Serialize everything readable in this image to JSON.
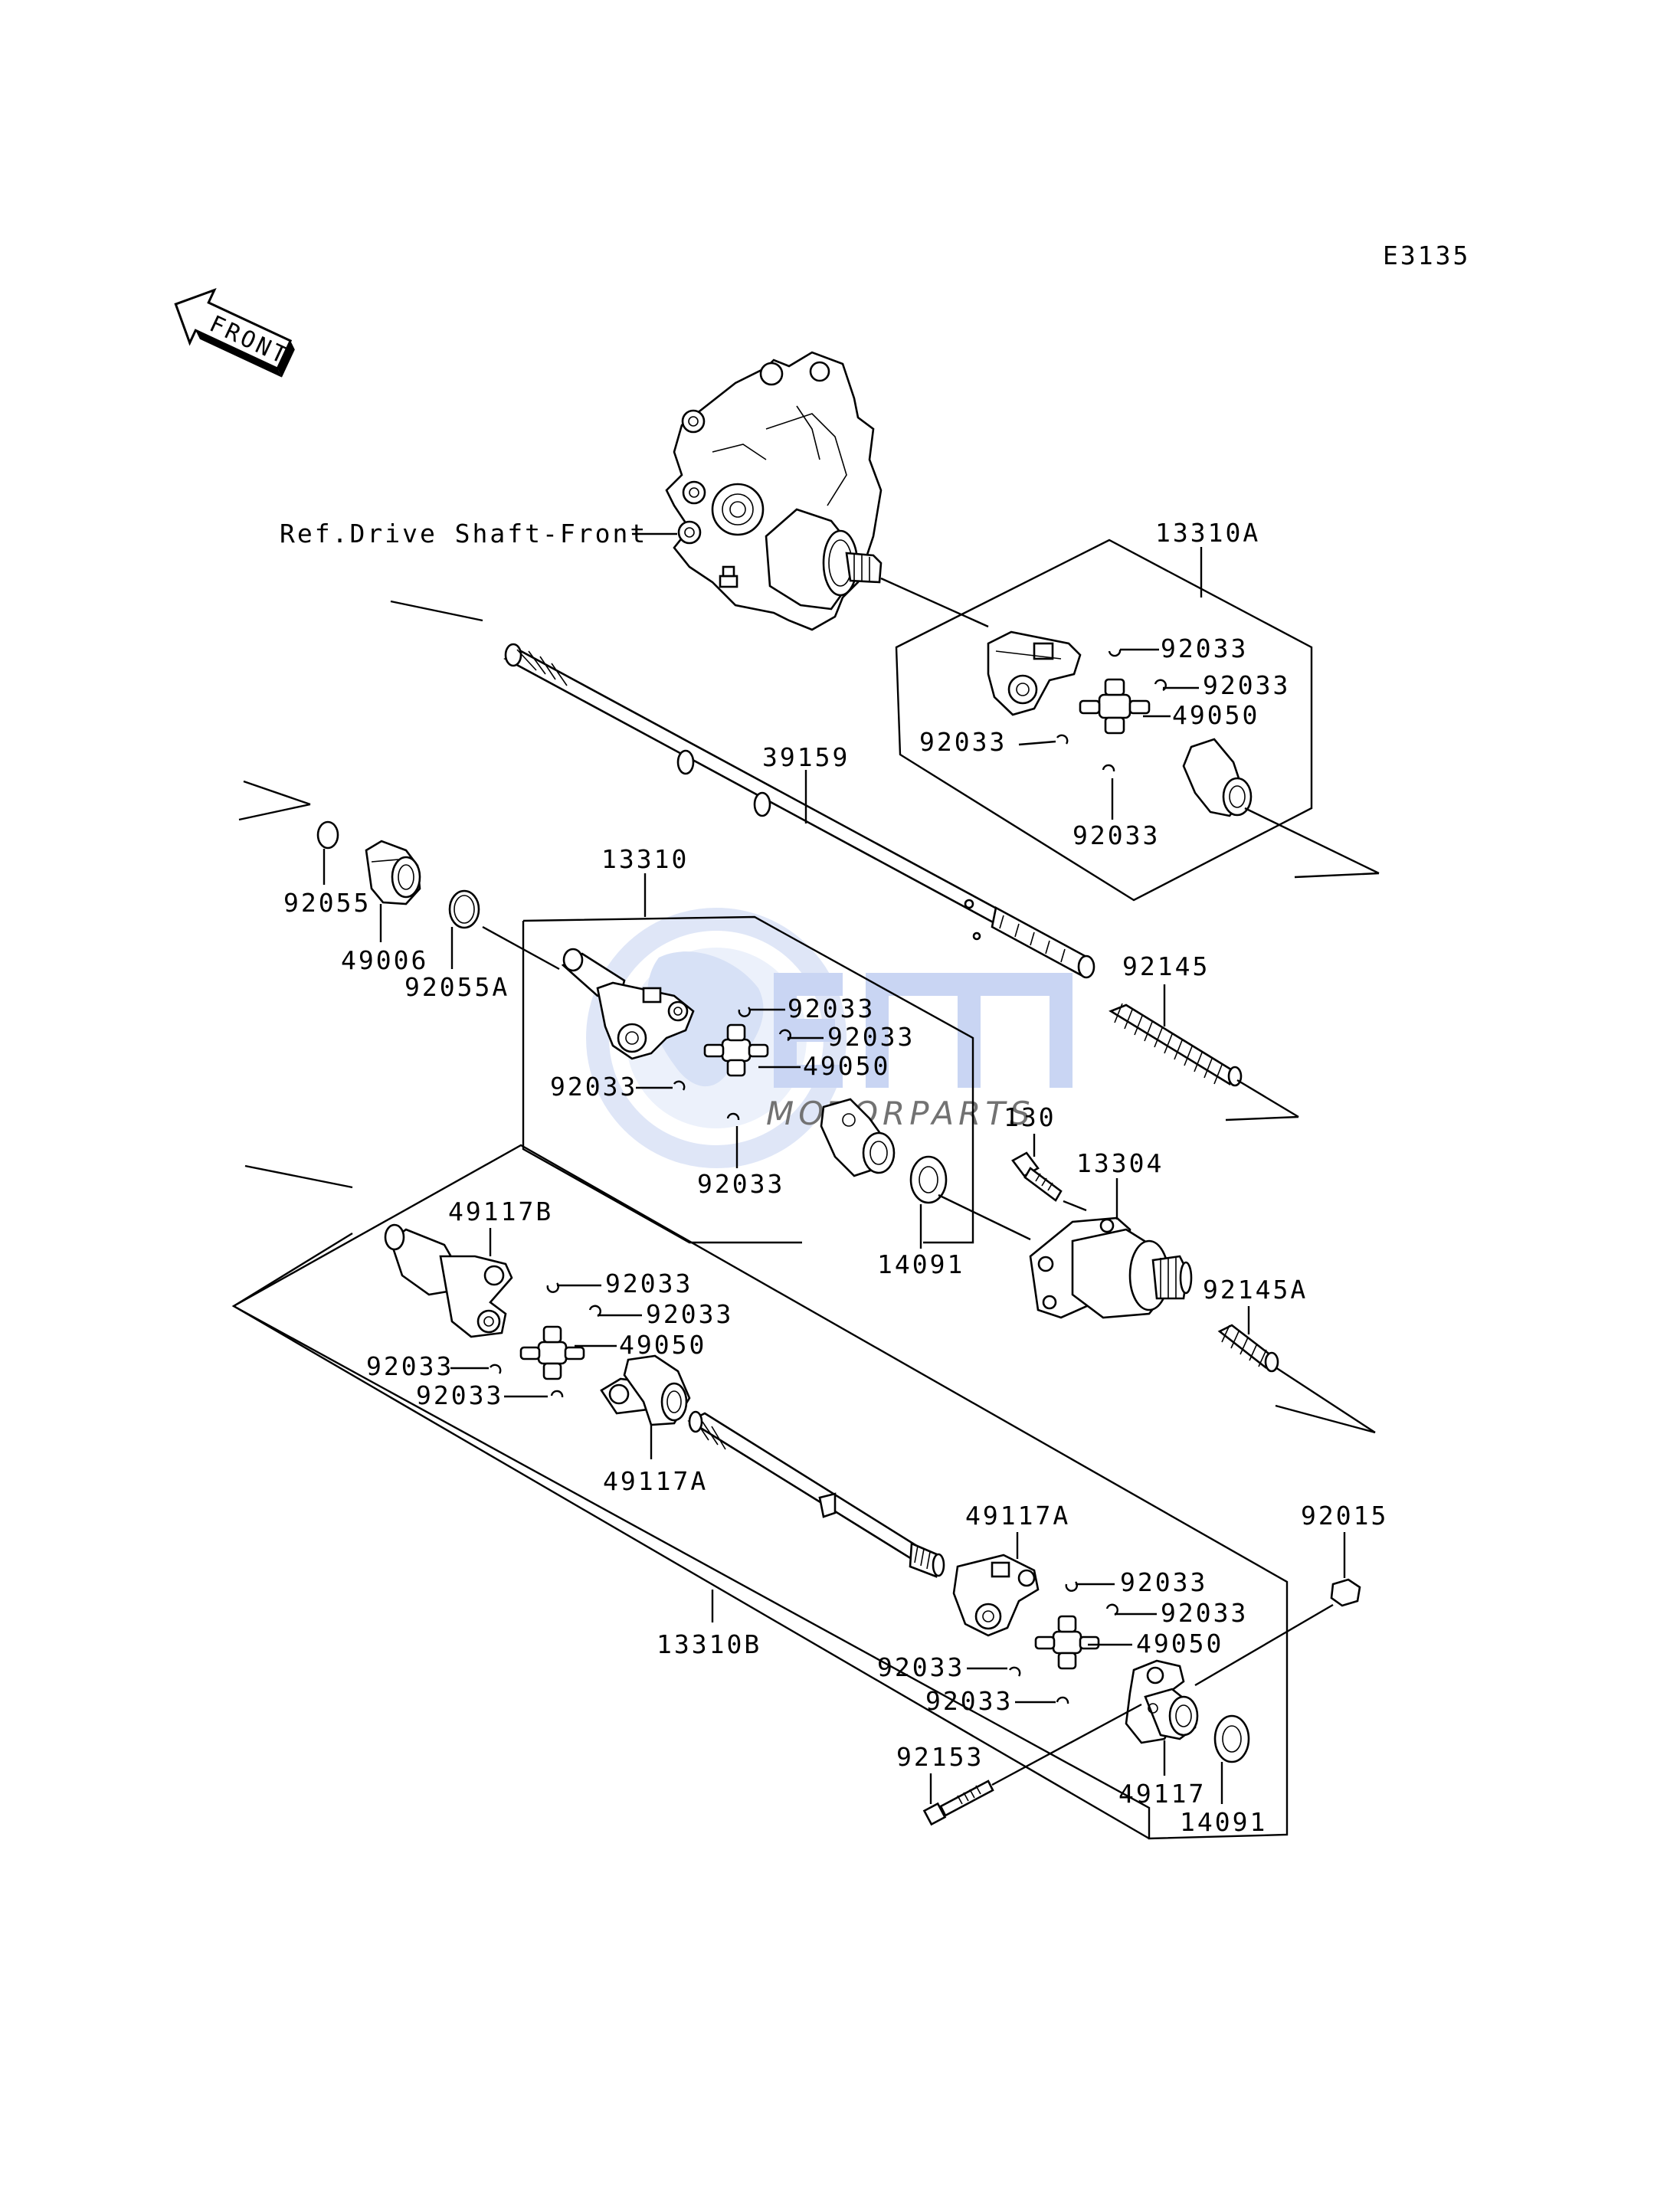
{
  "drawing_code": "E3135",
  "direction_arrow": "FRONT",
  "reference_note": "Ref.Drive Shaft-Front",
  "watermark": {
    "logo_text": "OEM",
    "sub_text": "MOTORPARTS",
    "color": "#9db4ea"
  },
  "colors": {
    "line": "#000000",
    "background": "#ffffff"
  },
  "part_numbers": {
    "ass_upper": "13310A",
    "ass_middle": "13310",
    "ass_lower": "13310B",
    "shaft": "39159",
    "snap_ring": "92033",
    "cross_joint": "49050",
    "oring_small": "92055",
    "oring_large": "92055A",
    "boot": "49006",
    "spring": "92145",
    "spring_short": "92145A",
    "bolt": "130",
    "housing": "13304",
    "washer": "14091",
    "yoke_b": "49117B",
    "yoke_a": "49117A",
    "yoke": "49117",
    "nut": "92015",
    "long_bolt": "92153"
  },
  "icons": [
    "front-arrow-icon",
    "final-gear-case-icon",
    "universal-joint-icon",
    "spring-icon",
    "bolt-icon"
  ]
}
